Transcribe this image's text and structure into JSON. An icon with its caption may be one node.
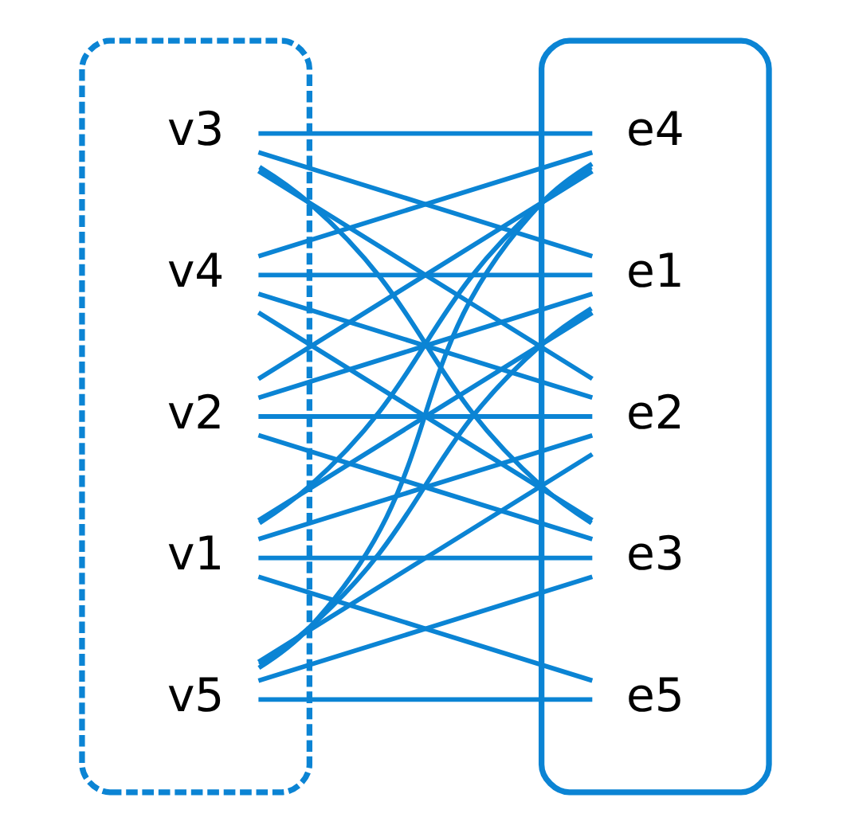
{
  "diagram": {
    "nodes": [
      {
        "text": [],
        "shape": "ellipse"
      },
      {
        "text": [
          "v1"
        ],
        "in": 0
      },
      {
        "text": [
          "v2"
        ],
        "in": 0
      },
      {
        "text": [
          "v3"
        ],
        "in": 0
      },
      {
        "text": [
          "v4"
        ],
        "in": 0
      },
      {
        "text": [
          "v5"
        ],
        "in": 0
      },
      {
        "text": [],
        "shape": "ellipse"
      },
      {
        "text": [
          "e1"
        ],
        "in": 6
      },
      {
        "text": [
          "e2"
        ],
        "in": 6
      },
      {
        "text": [
          "e3"
        ],
        "in": 6
      },
      {
        "text": [
          "e4"
        ],
        "in": 6
      },
      {
        "text": [
          "e5"
        ],
        "in": 6
      }
    ],
    "edges": [
      {
        "from": 1,
        "to": 7,
        "arrow": "none"
      },
      {
        "from": 2,
        "to": 7,
        "arrow": "none"
      },
      {
        "from": 3,
        "to": 7,
        "arrow": "none"
      },
      {
        "from": 4,
        "to": 7,
        "arrow": "none"
      },
      {
        "from": 5,
        "to": 7,
        "arrow": "none"
      },
      {
        "from": 1,
        "to": 8,
        "arrow": "none"
      },
      {
        "from": 2,
        "to": 8,
        "arrow": "none"
      },
      {
        "from": 3,
        "to": 8,
        "arrow": "none"
      },
      {
        "from": 4,
        "to": 8,
        "arrow": "none"
      },
      {
        "from": 5,
        "to": 8,
        "arrow": "none"
      },
      {
        "from": 1,
        "to": 9,
        "arrow": "none"
      },
      {
        "from": 2,
        "to": 9,
        "arrow": "none"
      },
      {
        "from": 3,
        "to": 9,
        "arrow": "none"
      },
      {
        "from": 4,
        "to": 9,
        "arrow": "none"
      },
      {
        "from": 5,
        "to": 9,
        "arrow": "none"
      },
      {
        "from": 1,
        "to": 10,
        "arrow": "none"
      },
      {
        "from": 2,
        "to": 10,
        "arrow": "none"
      },
      {
        "from": 3,
        "to": 10,
        "arrow": "none"
      },
      {
        "from": 4,
        "to": 10,
        "arrow": "none"
      },
      {
        "from": 5,
        "to": 10,
        "arrow": "none"
      },
      {
        "from": 1,
        "to": 11,
        "arrow": "none"
      },
      {
        "from": 5,
        "to": 11,
        "arrow": "none"
      }
    ]
  }
}
